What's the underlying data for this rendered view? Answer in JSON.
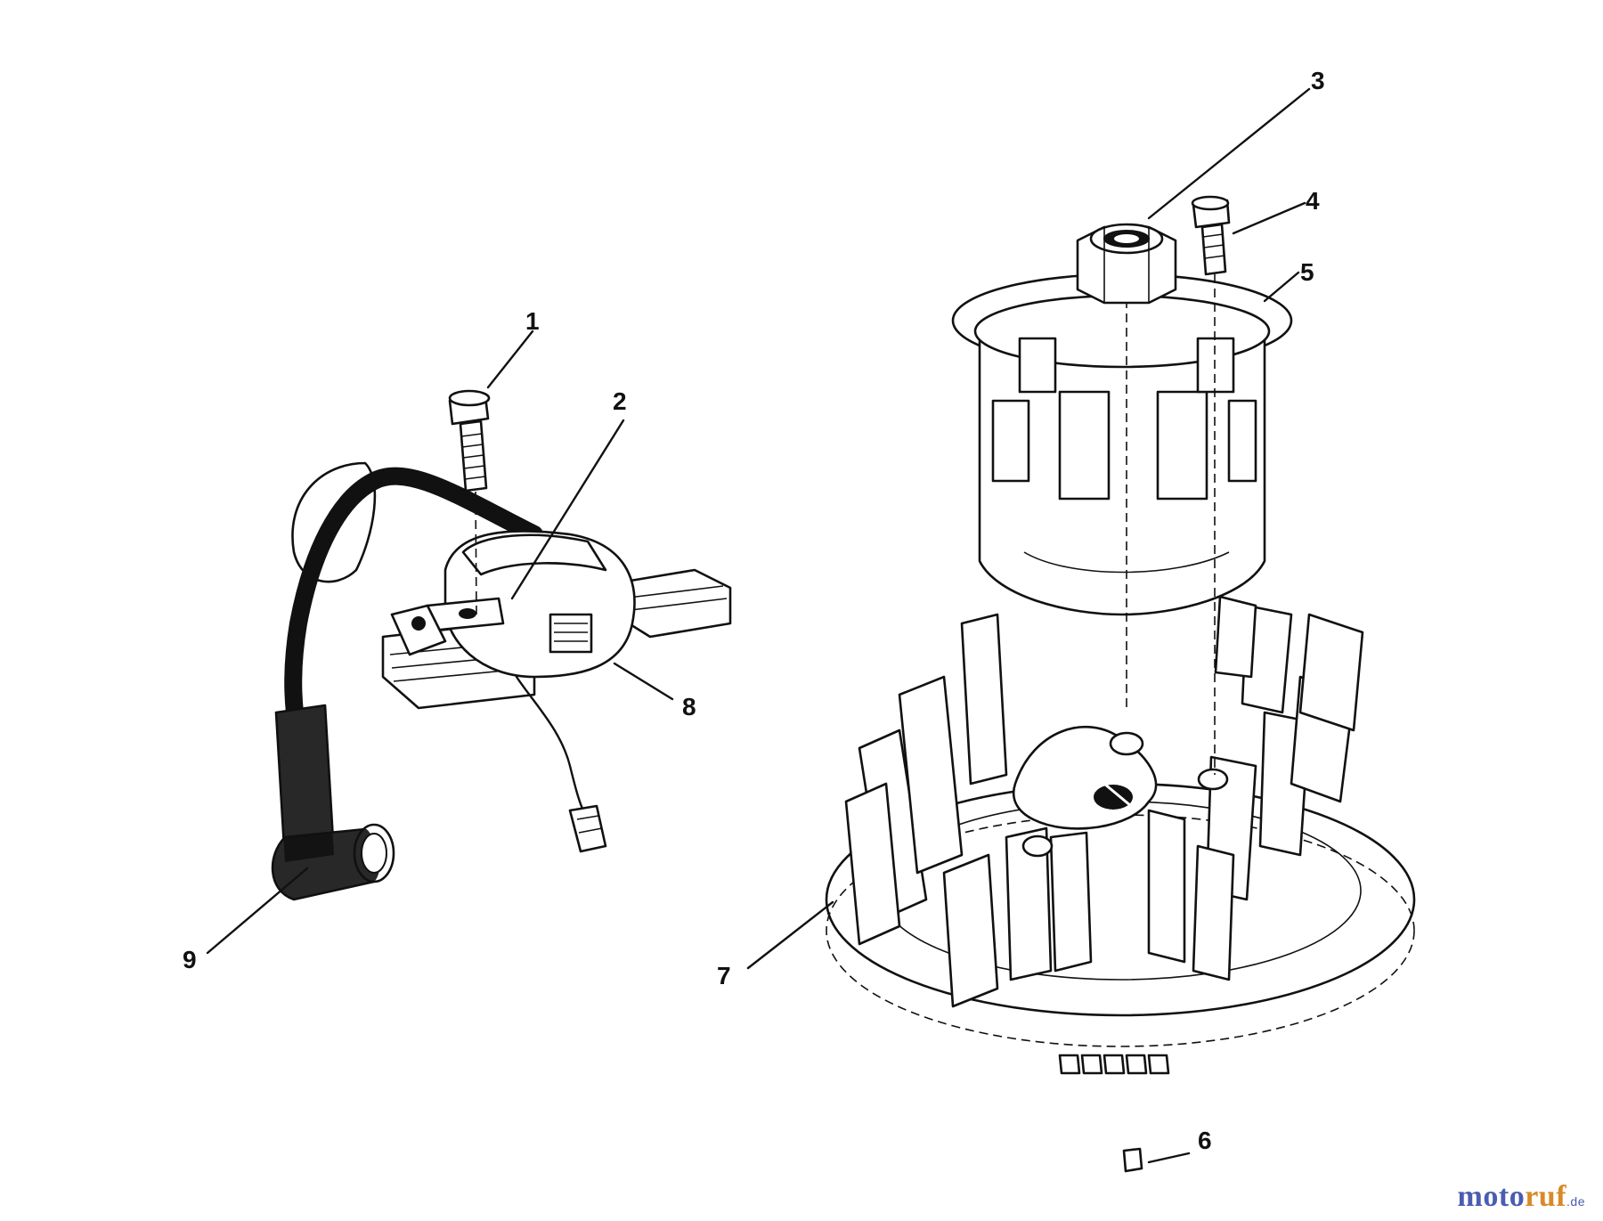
{
  "diagram": {
    "callouts": [
      {
        "id": "1",
        "label": "1"
      },
      {
        "id": "2",
        "label": "2"
      },
      {
        "id": "3",
        "label": "3"
      },
      {
        "id": "4",
        "label": "4"
      },
      {
        "id": "5",
        "label": "5"
      },
      {
        "id": "6",
        "label": "6"
      },
      {
        "id": "7",
        "label": "7"
      },
      {
        "id": "8",
        "label": "8"
      },
      {
        "id": "9",
        "label": "9"
      }
    ]
  },
  "watermark": {
    "part1": "moto",
    "part2": "ruf",
    "suffix": ".de",
    "color_primary": "#4a5db0",
    "color_secondary": "#d88a28"
  }
}
